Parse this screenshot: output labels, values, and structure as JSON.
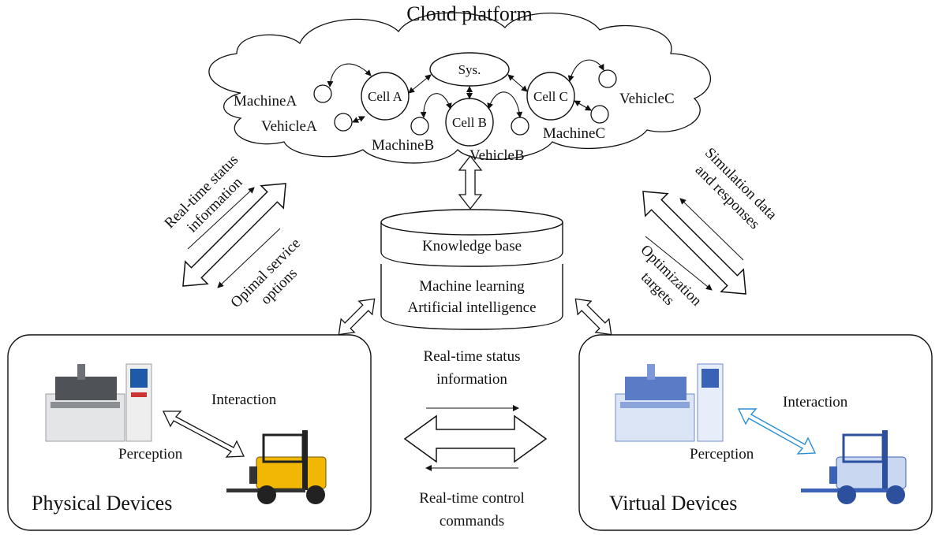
{
  "cloud": {
    "title": "Cloud platform",
    "sys": "Sys.",
    "cell_a": "Cell A",
    "cell_b": "Cell B",
    "cell_c": "Cell C",
    "machine_a": "MachineA",
    "vehicle_a": "VehicleA",
    "machine_b": "MachineB",
    "vehicle_b": "VehicleB",
    "machine_c": "MachineC",
    "vehicle_c": "VehicleC"
  },
  "database": {
    "top_label": "Knowledge base",
    "line1": "Machine learning",
    "line2": "Artificial intelligence"
  },
  "left_link": {
    "up_line1": "Real-time status",
    "up_line2": "information",
    "down_line1": "Opimal service",
    "down_line2": "options"
  },
  "right_link": {
    "up_line1": "Simulation data",
    "up_line2": "and responses",
    "down_line1": "Optimization",
    "down_line2": "targets"
  },
  "middle_link": {
    "top_line1": "Real-time status",
    "top_line2": "information",
    "bottom_line1": "Real-time control",
    "bottom_line2": "commands"
  },
  "physical": {
    "title": "Physical Devices",
    "interaction": "Interaction",
    "perception": "Perception"
  },
  "virtual": {
    "title": "Virtual Devices",
    "interaction": "Interaction",
    "perception": "Perception"
  },
  "colors": {
    "line": "#111111",
    "virtual_blue": "#3a63b8",
    "virtual_arrow": "#2a8fd6",
    "forklift_yellow": "#f2b705",
    "machine_grey": "#d9dbdd"
  }
}
